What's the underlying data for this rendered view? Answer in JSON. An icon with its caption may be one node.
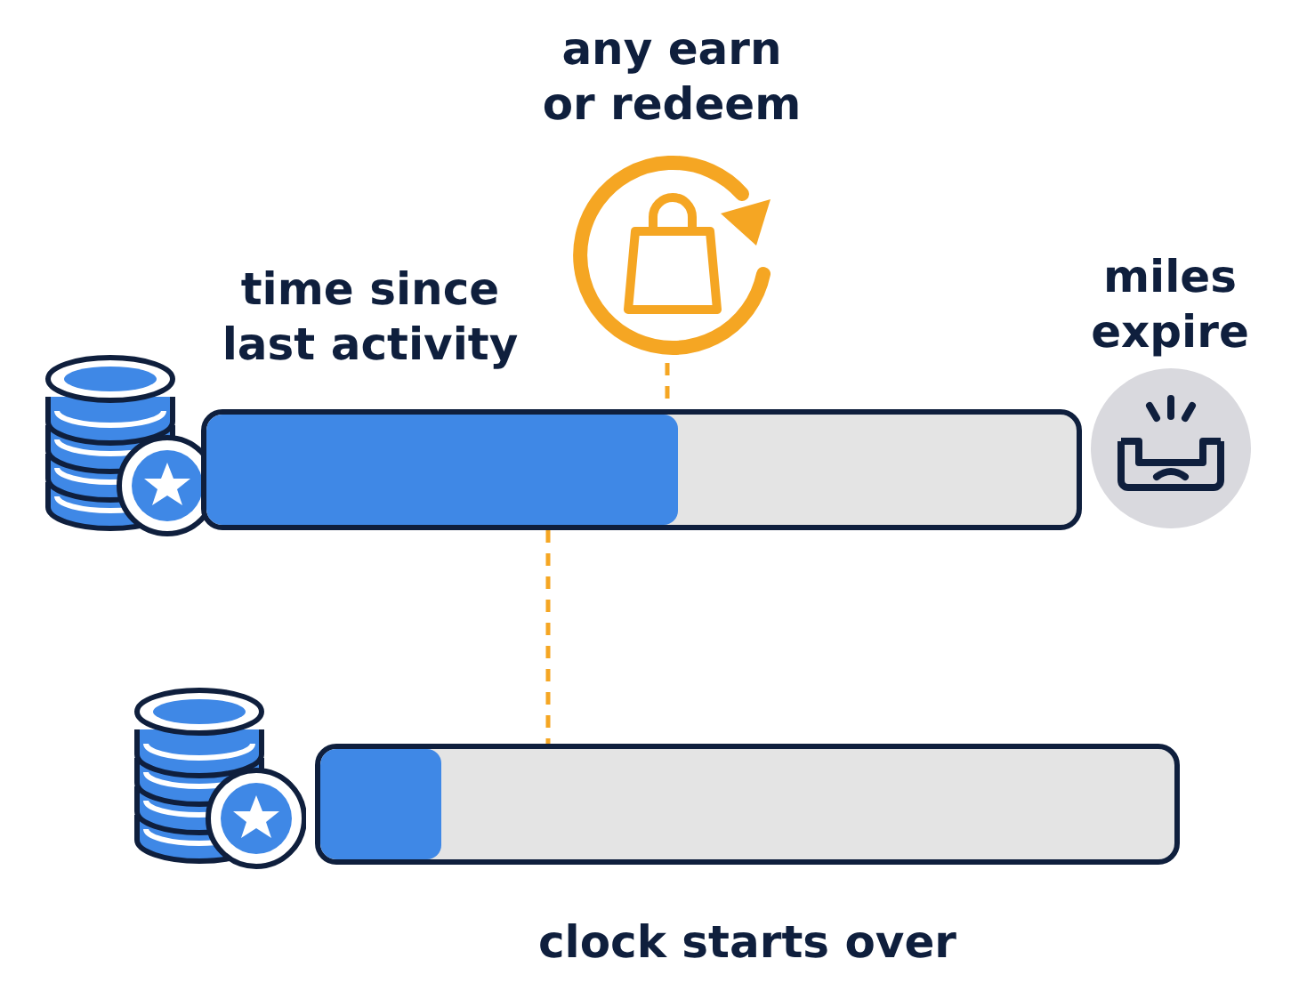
{
  "diagram": {
    "nodes": [
      {
        "text": [
          "any earn or redeem"
        ]
      },
      {
        "text": [],
        "shape": "bar"
      },
      {
        "text": [
          "miles expire"
        ]
      },
      {
        "text": [
          "clock starts over"
        ]
      }
    ],
    "edges": [
      {
        "from": 0,
        "to": 1,
        "arrow": "none",
        "style": "dashed"
      },
      {
        "from": 1,
        "to": 3,
        "arrow": "none",
        "style": "dashed"
      }
    ],
    "labels": [
      "time since last activity"
    ]
  }
}
